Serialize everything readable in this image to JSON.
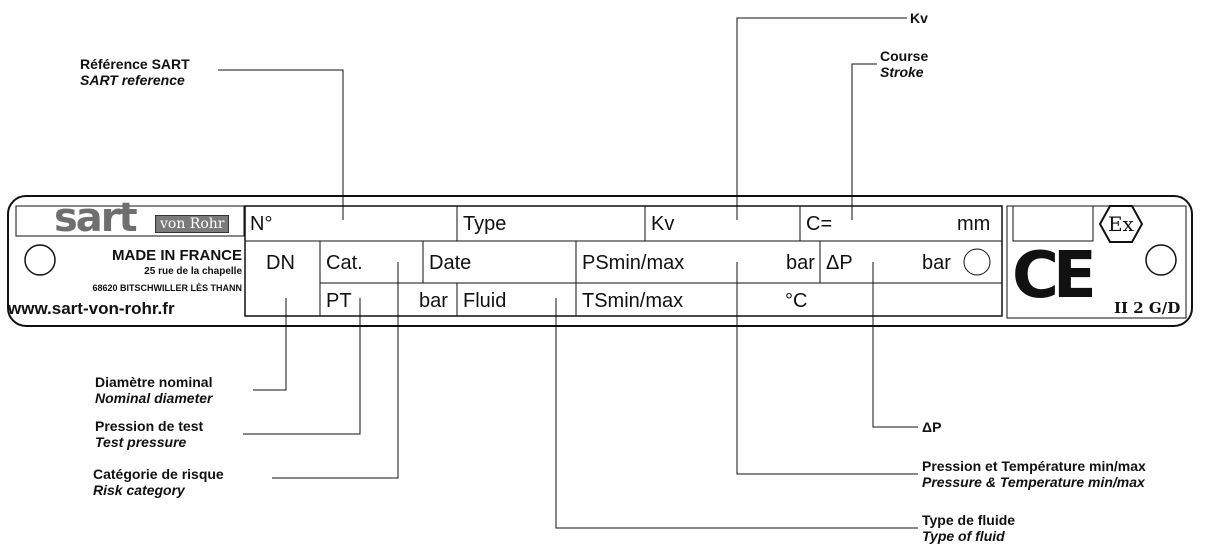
{
  "plate": {
    "brand": {
      "logo": "sart",
      "logo_suffix": "von Rohr",
      "made_in": "MADE IN FRANCE",
      "street": "25 rue de la chapelle",
      "city": "68620 BITSCHWILLER LÈS THANN",
      "website": "www.sart-von-rohr.fr"
    },
    "fields": {
      "no": "N°",
      "type": "Type",
      "kv": "Kv",
      "c_eq": "C=",
      "mm": "mm",
      "dn": "DN",
      "cat": "Cat.",
      "date": "Date",
      "ps_minmax": "PSmin/max",
      "bar1": "bar",
      "delta_p": "ΔP",
      "bar2": "bar",
      "pt": "PT",
      "bar3": "bar",
      "fluid": "Fluid",
      "ts_minmax": "TSmin/max",
      "celsius": "°C"
    },
    "certification": {
      "ce": "CE",
      "ex": "Ex",
      "atex": "II 2 G/D"
    }
  },
  "annotations": {
    "sart_reference": {
      "fr": "Référence SART",
      "en": "SART reference"
    },
    "kv": {
      "fr": "Kv",
      "en": ""
    },
    "stroke": {
      "fr": "Course",
      "en": "Stroke"
    },
    "nominal_diameter": {
      "fr": "Diamètre nominal",
      "en": "Nominal diameter"
    },
    "test_pressure": {
      "fr": "Pression de test",
      "en": "Test pressure"
    },
    "risk_category": {
      "fr": "Catégorie de risque",
      "en": "Risk category"
    },
    "delta_p": {
      "fr": "ΔP",
      "en": ""
    },
    "pressure_temperature": {
      "fr": "Pression et Température min/max",
      "en": "Pressure & Temperature min/max"
    },
    "fluid_type": {
      "fr": "Type de fluide",
      "en": "Type of fluid"
    }
  },
  "colors": {
    "ink": "#111111",
    "logo_grey": "#6f6f6f",
    "plate_fill": "#ffffff"
  }
}
